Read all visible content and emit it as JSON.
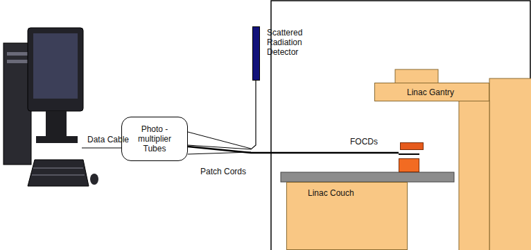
{
  "diagram": {
    "nodes": [
      {
        "text": [
          "Photo - multiplier Tubes"
        ]
      },
      {
        "text": [
          "Scattered Radiation Detector"
        ]
      },
      {
        "text": [
          "FOCDs"
        ]
      },
      {
        "text": [
          "Linac Gantry"
        ]
      },
      {
        "text": [
          "Linac Couch"
        ]
      }
    ],
    "edges": [
      {
        "from": 0,
        "to": 1,
        "arrow": "none"
      },
      {
        "from": 0,
        "to": 2,
        "arrow": "none"
      }
    ],
    "labels": [
      "Data Cable",
      "Patch Cords"
    ]
  }
}
